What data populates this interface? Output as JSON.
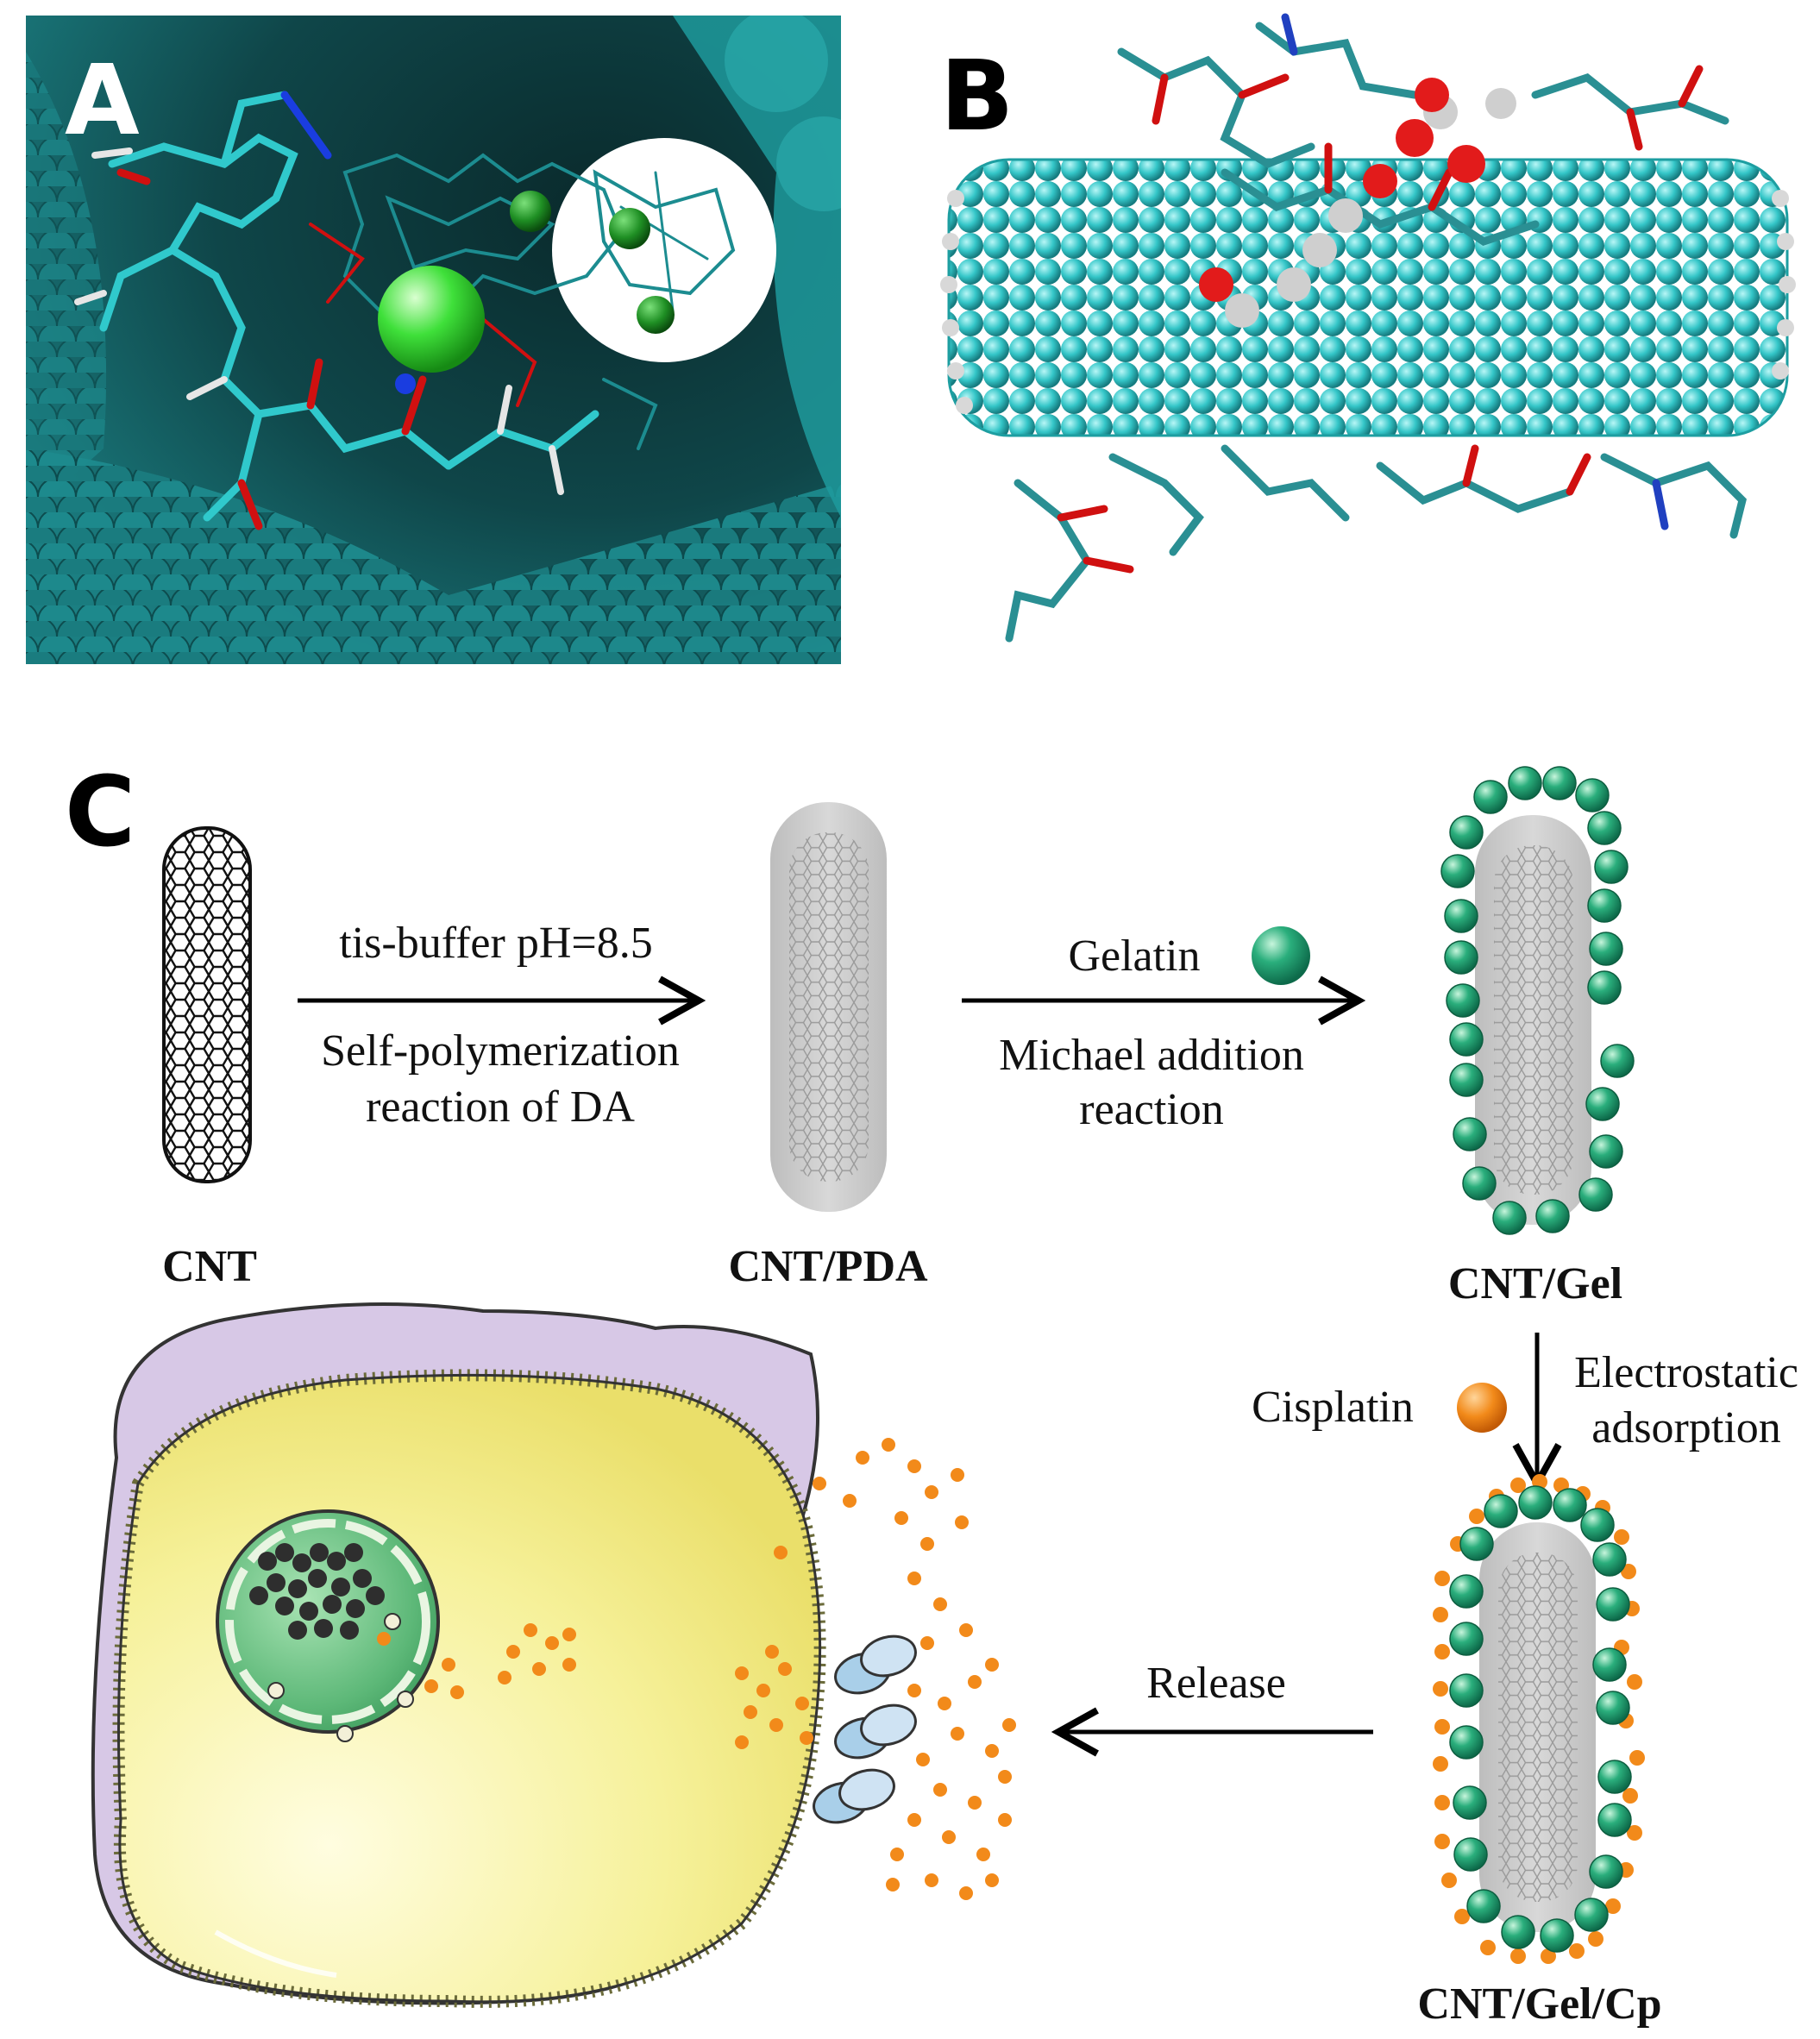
{
  "panels": {
    "a": {
      "letter": "A"
    },
    "b": {
      "letter": "B"
    },
    "c": {
      "letter": "C"
    }
  },
  "scheme": {
    "step1": {
      "top": "tis-buffer pH=8.5",
      "bottom_line1": "Self-polymerization",
      "bottom_line2": "reaction of DA"
    },
    "step2": {
      "top": "Gelatin",
      "bottom_line1": "Michael addition",
      "bottom_line2": "reaction"
    },
    "step3": {
      "left": "Cisplatin",
      "right_line1": "Electrostatic",
      "right_line2": "adsorption"
    },
    "step4": {
      "label": "Release"
    },
    "materials": {
      "cnt": "CNT",
      "cnt_pda": "CNT/PDA",
      "cnt_gel": "CNT/Gel",
      "cnt_gel_cp": "CNT/Gel/Cp"
    }
  },
  "colors": {
    "nanotube_cyan": "#34c6c8",
    "background_teal": "#0c3a3d",
    "gelatin_green": "#1f9a6e",
    "cisplatin_orange": "#f28a1a",
    "pda_gray": "#cfcfcf",
    "cell_yellow": "#f7f2a6",
    "cell_purple": "#d7c8e6",
    "nucleus_green": "#6fc48a"
  }
}
